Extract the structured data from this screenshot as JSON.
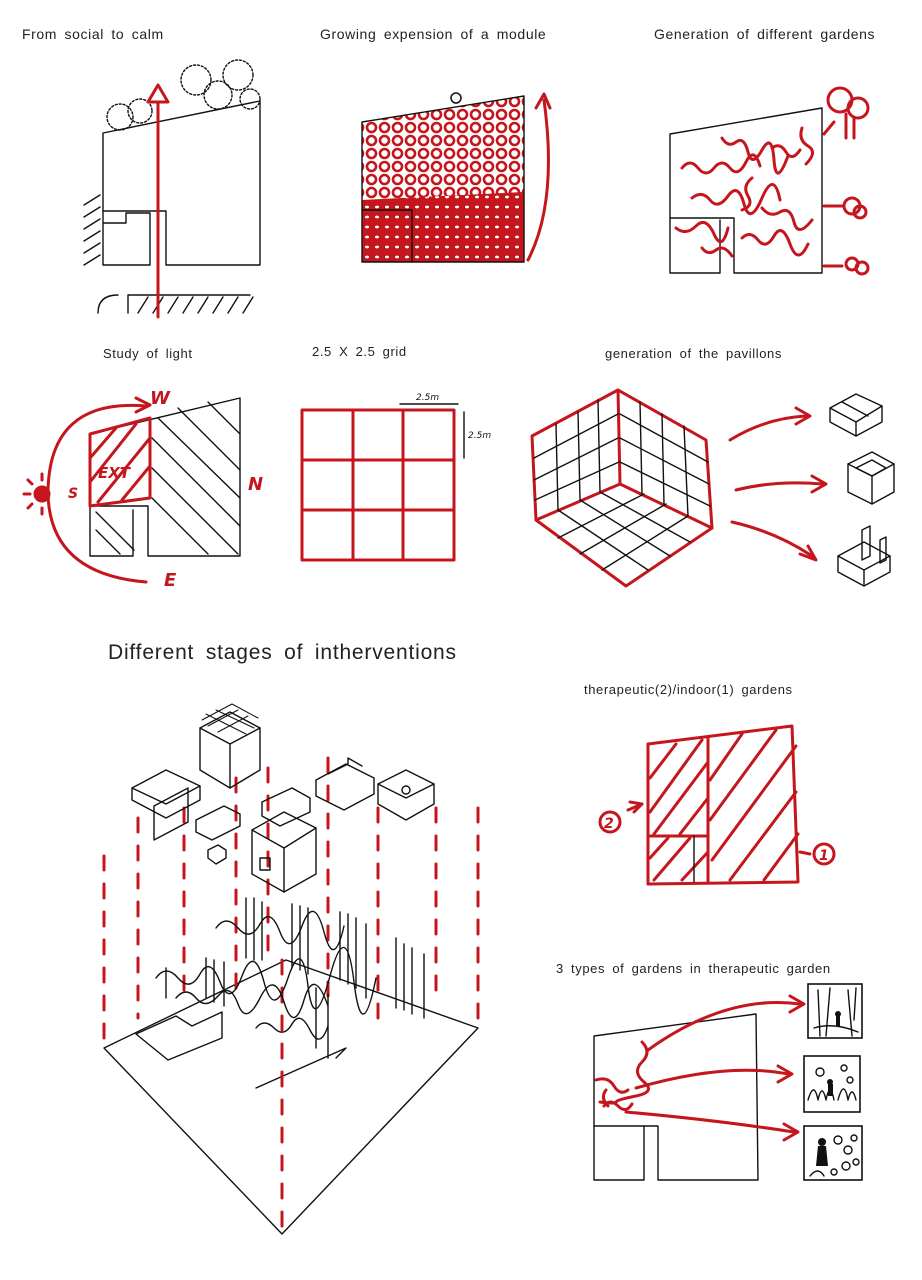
{
  "captions": {
    "social_calm": "From social to calm",
    "module_expansion": "Growing expension of a module",
    "gardens_generation": "Generation of different gardens",
    "study_light": "Study of light",
    "grid": "2.5 X 2.5 grid",
    "pavillons": "generation of the pavillons",
    "stages": "Different stages of intherventions",
    "therapeutic_indoor": "therapeutic(2)/indoor(1) gardens",
    "three_types": "3 types of gardens in therapeutic garden"
  },
  "annotations": {
    "compass_w": "W",
    "compass_s": "S",
    "compass_n": "N",
    "compass_e": "E",
    "ext_label": "EXT",
    "grid_dim_h": "2.5m",
    "grid_dim_v": "2.5m",
    "marker_2": "2",
    "marker_1": "1"
  },
  "colors": {
    "accent_red": "#c4161c",
    "ink": "#111111",
    "paper": "#ffffff"
  }
}
